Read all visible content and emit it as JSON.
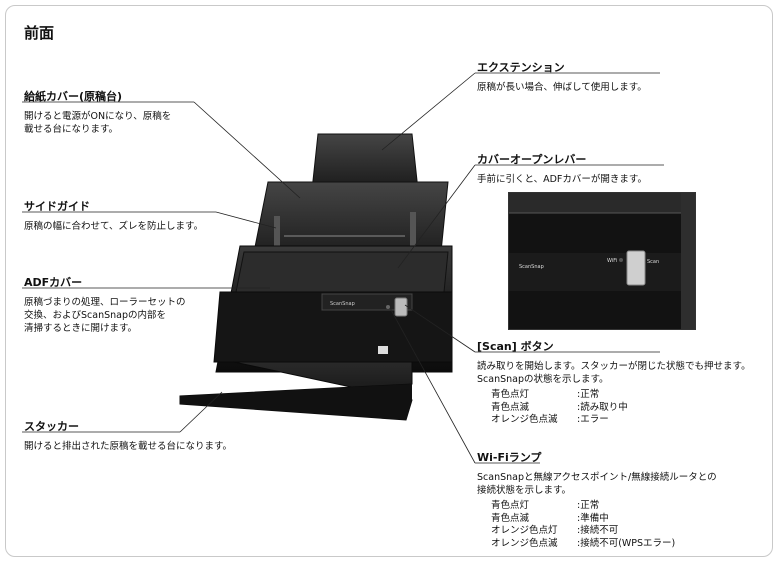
{
  "page_title": "前面",
  "callouts": {
    "extension": {
      "title": "エクステンション",
      "desc": "原稿が長い場合、伸ばして使用します。"
    },
    "cover_open_lever": {
      "title": "カバーオープンレバー",
      "desc": "手前に引くと、ADFカバーが開きます。"
    },
    "paper_chute": {
      "title": "給紙カバー(原稿台)",
      "desc_lines": [
        "開けると電源がONになり、原稿を",
        "載せる台になります。"
      ]
    },
    "side_guide": {
      "title": "サイドガイド",
      "desc": "原稿の幅に合わせて、ズレを防止します。"
    },
    "adf_cover": {
      "title": "ADFカバー",
      "desc_lines": [
        "原稿づまりの処理、ローラーセットの",
        "交換、およびScanSnapの内部を",
        "清掃するときに開けます。"
      ]
    },
    "stacker": {
      "title": "スタッカー",
      "desc": "開けると排出された原稿を載せる台になります。"
    },
    "scan_button": {
      "title": "[Scan] ボタン",
      "desc_lines": [
        "読み取りを開始します。スタッカーが閉じた状態でも押せます。",
        "ScanSnapの状態を示します。"
      ],
      "states": [
        {
          "label": "青色点灯",
          "value": ":正常"
        },
        {
          "label": "青色点滅",
          "value": ":読み取り中"
        },
        {
          "label": "オレンジ色点滅",
          "value": ":エラー"
        }
      ]
    },
    "wifi_lamp": {
      "title": "Wi-Fiランプ",
      "desc_lines": [
        "ScanSnapと無線アクセスポイント/無線接続ルータとの",
        "接続状態を示します。"
      ],
      "states": [
        {
          "label": "青色点灯",
          "value": ":正常"
        },
        {
          "label": "青色点滅",
          "value": ":準備中"
        },
        {
          "label": "オレンジ色点灯",
          "value": ":接続不可"
        },
        {
          "label": "オレンジ色点滅",
          "value": ":接続不可(WPSエラー)"
        }
      ]
    }
  },
  "inset_labels": {
    "brand": "ScanSnap",
    "wifi": "WiFi",
    "scan": "Scan"
  },
  "device_panel_label": "ScanSnap"
}
